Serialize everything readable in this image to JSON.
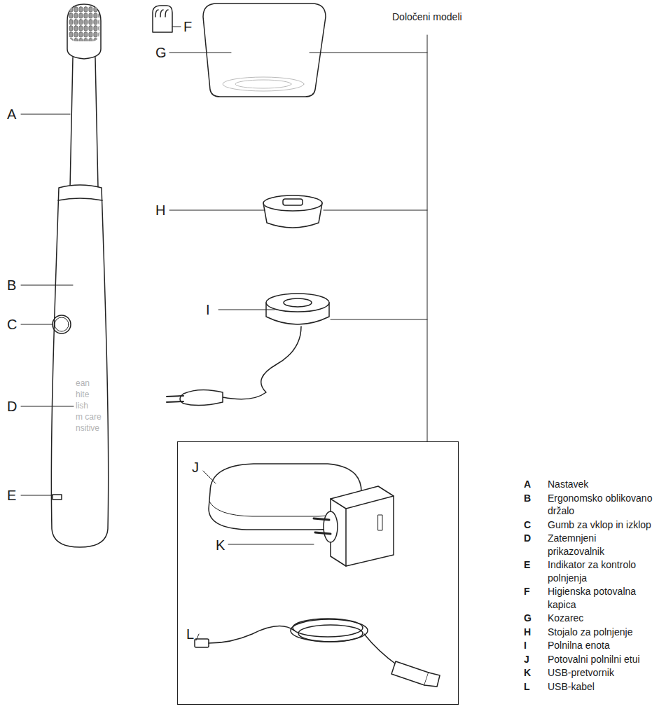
{
  "diagram": {
    "nodes": [
      {
        "text": [
          "J",
          "K",
          "L"
        ]
      }
    ],
    "labels": [
      "A",
      "B",
      "C",
      "D",
      "E",
      "ean",
      "hite",
      "lish",
      "m care",
      "nsitive",
      "F",
      "G",
      "H",
      "I",
      "Določeni modeli",
      "A",
      "Nastavek",
      "B",
      "Ergonomsko oblikovano držalo",
      "C",
      "Gumb za vklop in izklop",
      "D",
      "Zatemnjeni prikazovalnik",
      "E",
      "Indikator za kontrolo polnjenja",
      "F",
      "Higienska potovalna kapica",
      "G",
      "Kozarec",
      "H",
      "Stojalo za polnjenje",
      "I",
      "Polnilna enota",
      "J",
      "Potovalni polnilni etui",
      "K",
      "USB-pretvornik",
      "L",
      "USB-kabel"
    ]
  }
}
